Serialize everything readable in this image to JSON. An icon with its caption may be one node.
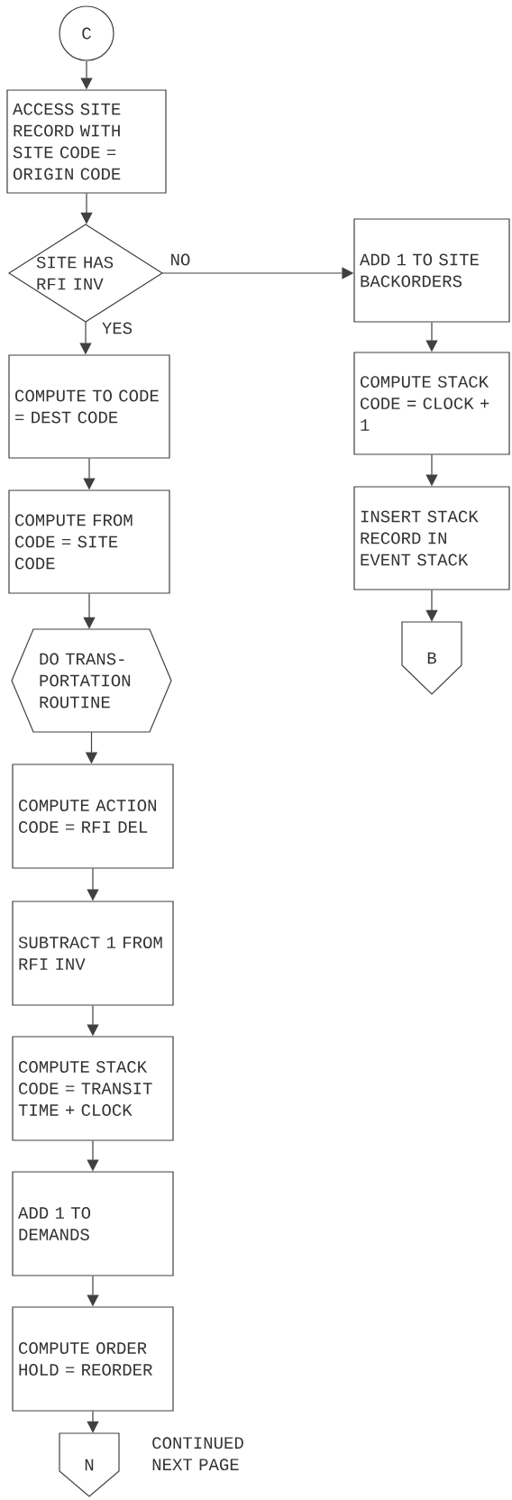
{
  "diagram": {
    "nodes": [
      {
        "text": [
          "C"
        ]
      },
      {
        "text": [
          "ACCESS SITE RECORD WITH SITE CODE = ORIGIN CODE"
        ]
      },
      {
        "text": [
          "SITE HAS RFI INV"
        ]
      },
      {
        "text": [
          "ADD 1 TO SITE BACKORDERS"
        ]
      },
      {
        "text": [
          "COMPUTE STACK CODE = CLOCK + 1"
        ]
      },
      {
        "text": [
          "INSERT STACK RECORD IN EVENT STACK"
        ]
      },
      {
        "text": [
          "B"
        ]
      },
      {
        "text": [
          "COMPUTE TO CODE = DEST CODE"
        ]
      },
      {
        "text": [
          "COMPUTE FROM CODE = SITE CODE"
        ]
      },
      {
        "text": [
          "DO TRANS- PORTATION ROUTINE"
        ]
      },
      {
        "text": [
          "COMPUTE ACTION CODE = RFI DEL"
        ]
      },
      {
        "text": [
          "SUBTRACT 1 FROM RFI INV"
        ]
      },
      {
        "text": [
          "COMPUTE STACK CODE = TRANSIT TIME + CLOCK"
        ]
      },
      {
        "text": [
          "ADD 1 TO DEMANDS"
        ]
      },
      {
        "text": [
          "COMPUTE ORDER HOLD = REORDER"
        ]
      },
      {
        "text": [
          "N"
        ],
        "beside": [
          "CONTINUED NEXT PAGE"
        ]
      }
    ],
    "edges": [
      {
        "from": 0,
        "to": 1,
        "arrow": "to"
      },
      {
        "from": 1,
        "to": 2,
        "arrow": "to"
      },
      {
        "from": 2,
        "to": 3,
        "arrow": "to",
        "label": "NO"
      },
      {
        "from": 3,
        "to": 4,
        "arrow": "to"
      },
      {
        "from": 4,
        "to": 5,
        "arrow": "to"
      },
      {
        "from": 5,
        "to": 6,
        "arrow": "to"
      },
      {
        "from": 2,
        "to": 7,
        "arrow": "to",
        "label": "YES"
      },
      {
        "from": 7,
        "to": 8,
        "arrow": "to"
      },
      {
        "from": 8,
        "to": 9,
        "arrow": "to"
      },
      {
        "from": 9,
        "to": 10,
        "arrow": "to"
      },
      {
        "from": 10,
        "to": 11,
        "arrow": "to"
      },
      {
        "from": 11,
        "to": 12,
        "arrow": "to"
      },
      {
        "from": 12,
        "to": 13,
        "arrow": "to"
      },
      {
        "from": 13,
        "to": 14,
        "arrow": "to"
      },
      {
        "from": 14,
        "to": 15,
        "arrow": "to"
      }
    ]
  }
}
